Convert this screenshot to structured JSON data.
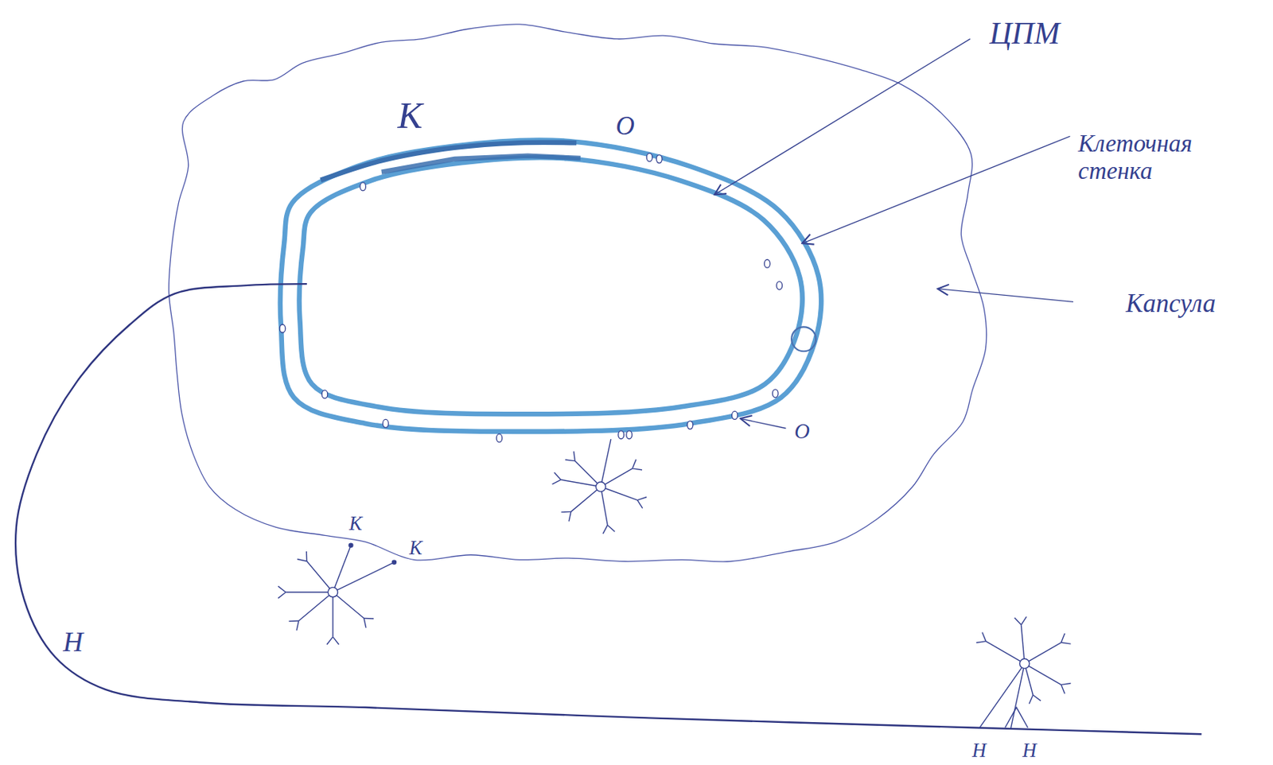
{
  "diagram": {
    "labels": [
      "ЦПМ",
      "К",
      "О",
      "Клеточная стенка",
      "Капсула",
      "О",
      "К",
      "К",
      "Н",
      "Н",
      "Н"
    ]
  }
}
